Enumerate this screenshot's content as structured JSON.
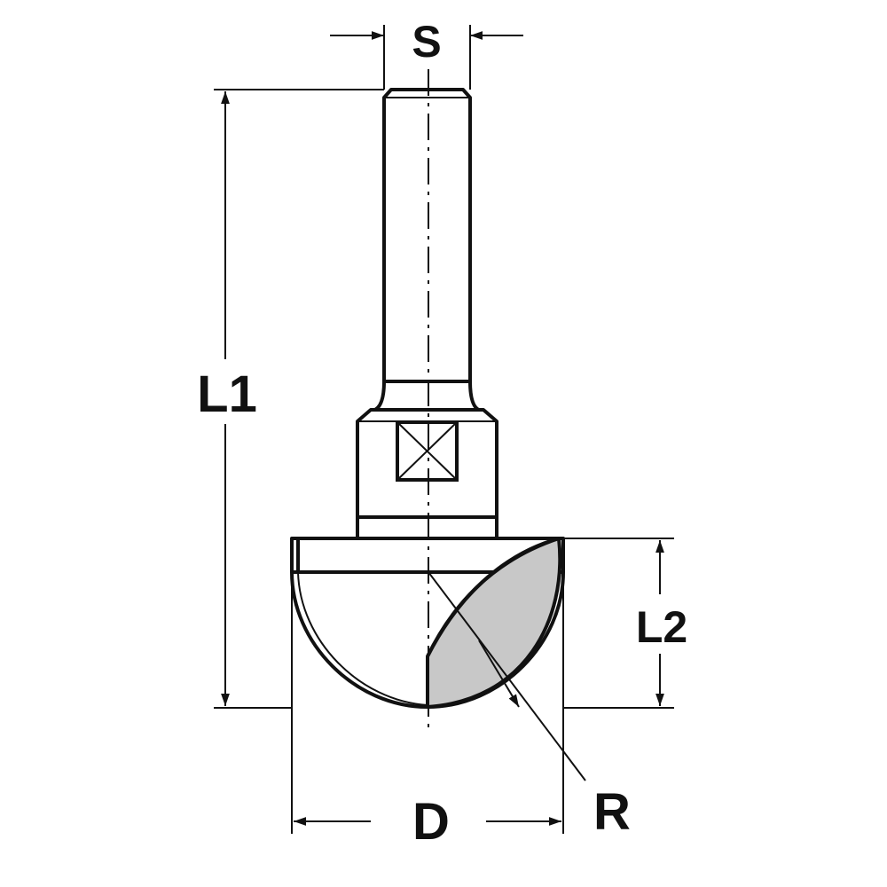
{
  "dimensions": {
    "shank_diameter": "S",
    "overall_length": "L1",
    "cutting_length": "L2",
    "cutting_diameter": "D",
    "radius": "R"
  },
  "colors": {
    "line": "#111111",
    "carbide_insert": "#c8c8c8",
    "background": "#ffffff"
  }
}
